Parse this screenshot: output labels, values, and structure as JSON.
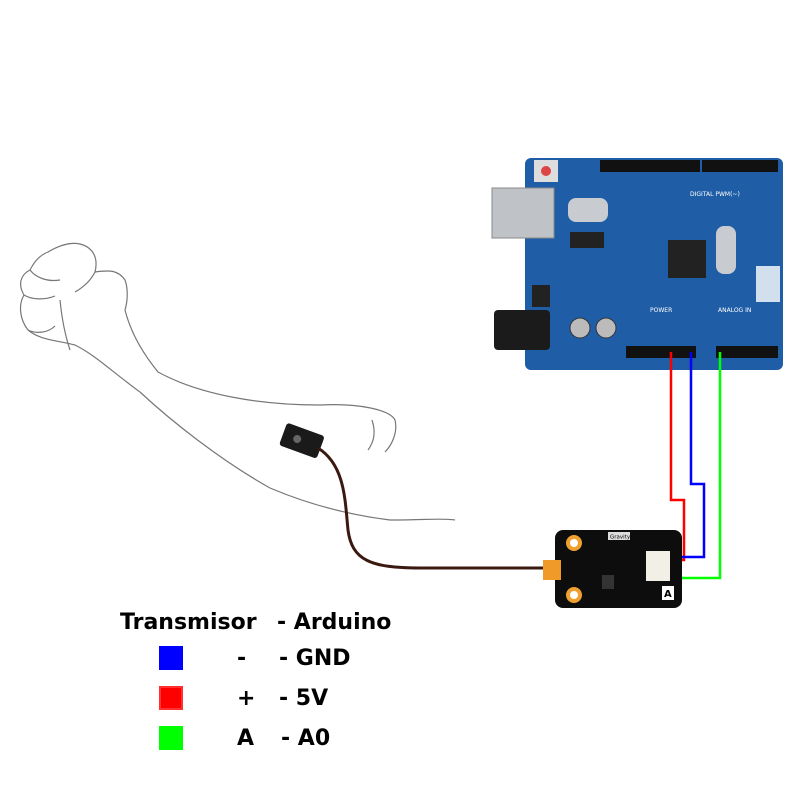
{
  "board": {
    "digital_label": "DIGITAL PWM(~)",
    "power_label": "POWER",
    "analog_label": "ANALOG IN",
    "color": "#1f5ea6"
  },
  "sensor": {
    "brand_label": "Gravity",
    "type_label": "A"
  },
  "wires": {
    "gnd_color": "#0000ff",
    "vcc_color": "#ff0000",
    "signal_color": "#00ff00"
  },
  "legend": {
    "header_left": "Transmisor",
    "header_right": "- Arduino",
    "rows": [
      {
        "color": "#0000ff",
        "pin": "-",
        "target": "- GND"
      },
      {
        "color": "#ff0000",
        "pin": "+",
        "target": "- 5V"
      },
      {
        "color": "#00ff00",
        "pin": "A",
        "target": "- A0"
      }
    ]
  }
}
